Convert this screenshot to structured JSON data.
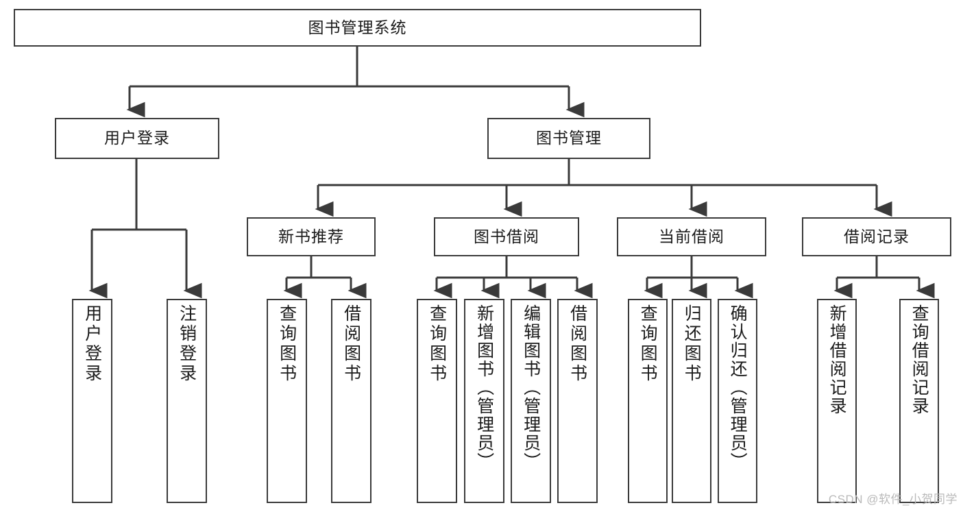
{
  "diagram": {
    "title": "图书管理系统",
    "type": "tree-hierarchy",
    "root": {
      "label": "图书管理系统",
      "id": "root"
    },
    "level1": [
      {
        "id": "user-login",
        "label": "用户登录"
      },
      {
        "id": "book-management",
        "label": "图书管理"
      }
    ],
    "level2": [
      {
        "id": "new-book-recommend",
        "label": "新书推荐",
        "parent": "book-management"
      },
      {
        "id": "book-borrow",
        "label": "图书借阅",
        "parent": "book-management"
      },
      {
        "id": "current-borrow",
        "label": "当前借阅",
        "parent": "book-management"
      },
      {
        "id": "borrow-record",
        "label": "借阅记录",
        "parent": "book-management"
      }
    ],
    "leaves": {
      "user_login": [
        {
          "id": "leaf-user-login",
          "label": "用户登录"
        },
        {
          "id": "leaf-user-logout",
          "label": "注销登录"
        }
      ],
      "new_book_recommend": [
        {
          "id": "leaf-query-book-1",
          "label": "查询图书"
        },
        {
          "id": "leaf-borrow-book-1",
          "label": "借阅图书"
        }
      ],
      "book_borrow": [
        {
          "id": "leaf-query-book-2",
          "label": "查询图书"
        },
        {
          "id": "leaf-add-book",
          "label": "新增图书（管理员）"
        },
        {
          "id": "leaf-edit-book",
          "label": "编辑图书（管理员）"
        },
        {
          "id": "leaf-borrow-book-2",
          "label": "借阅图书"
        }
      ],
      "current_borrow": [
        {
          "id": "leaf-query-book-3",
          "label": "查询图书"
        },
        {
          "id": "leaf-return-book",
          "label": "归还图书"
        },
        {
          "id": "leaf-confirm-return",
          "label": "确认归还（管理员）"
        }
      ],
      "borrow_record": [
        {
          "id": "leaf-add-record",
          "label": "新增借阅记录"
        },
        {
          "id": "leaf-query-record",
          "label": "查询借阅记录"
        }
      ]
    }
  },
  "watermark": {
    "text": "CSDN @软件_小贺同学"
  },
  "colors": {
    "stroke": "#3a3a3a",
    "background": "#ffffff",
    "text": "#1a1a1a",
    "watermark": "#b9b9b9"
  }
}
